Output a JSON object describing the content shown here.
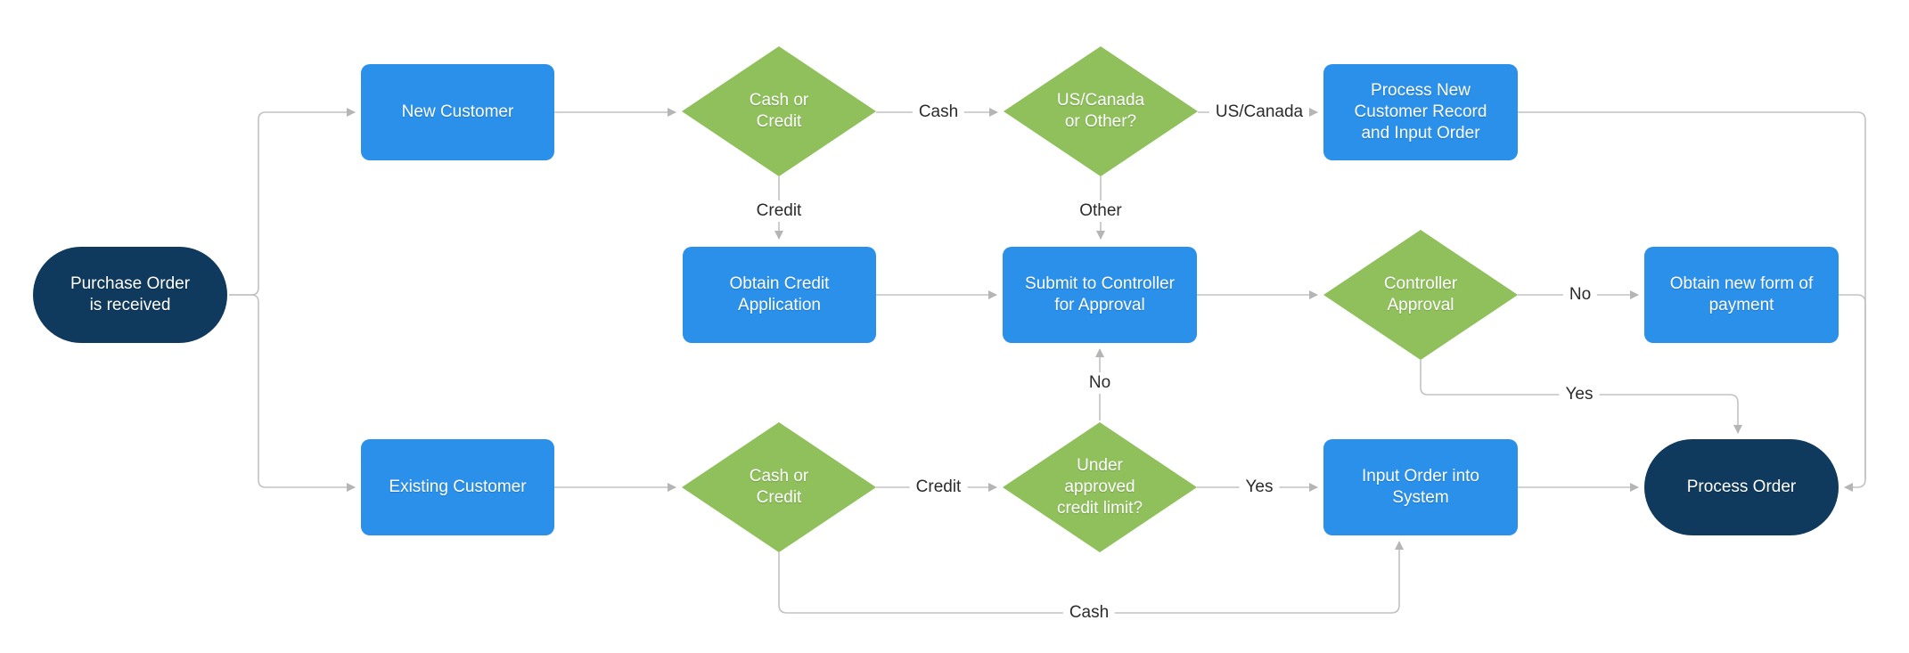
{
  "colors": {
    "process": "#2a90ea",
    "decision": "#8fc05c",
    "terminator": "#0f3a5d",
    "edge": "#c2c2c2",
    "arrow": "#b5b5b5"
  },
  "nodes": {
    "start": {
      "type": "terminator",
      "label": "Purchase Order\nis received"
    },
    "new_customer": {
      "type": "process",
      "label": "New Customer"
    },
    "cash_or_credit_top": {
      "type": "decision",
      "label": "Cash or\nCredit"
    },
    "us_canada_or_other": {
      "type": "decision",
      "label": "US/Canada\nor Other?"
    },
    "process_new_record": {
      "type": "process",
      "label": "Process New\nCustomer Record\nand Input Order"
    },
    "obtain_credit_app": {
      "type": "process",
      "label": "Obtain Credit\nApplication"
    },
    "submit_controller": {
      "type": "process",
      "label": "Submit to Controller\nfor Approval"
    },
    "controller_approval": {
      "type": "decision",
      "label": "Controller\nApproval"
    },
    "obtain_new_payment": {
      "type": "process",
      "label": "Obtain new form of\npayment"
    },
    "existing_customer": {
      "type": "process",
      "label": "Existing Customer"
    },
    "cash_or_credit_bottom": {
      "type": "decision",
      "label": "Cash or\nCredit"
    },
    "under_credit_limit": {
      "type": "decision",
      "label": "Under\napproved\ncredit limit?"
    },
    "input_order_system": {
      "type": "process",
      "label": "Input Order into\nSystem"
    },
    "process_order": {
      "type": "terminator",
      "label": "Process Order"
    }
  },
  "edge_labels": {
    "cash_top": "Cash",
    "us_canada": "US/Canada",
    "credit_top": "Credit",
    "other": "Other",
    "no_controller": "No",
    "yes_controller": "Yes",
    "credit_bottom": "Credit",
    "yes_under": "Yes",
    "no_under": "No",
    "cash_bottom": "Cash"
  }
}
